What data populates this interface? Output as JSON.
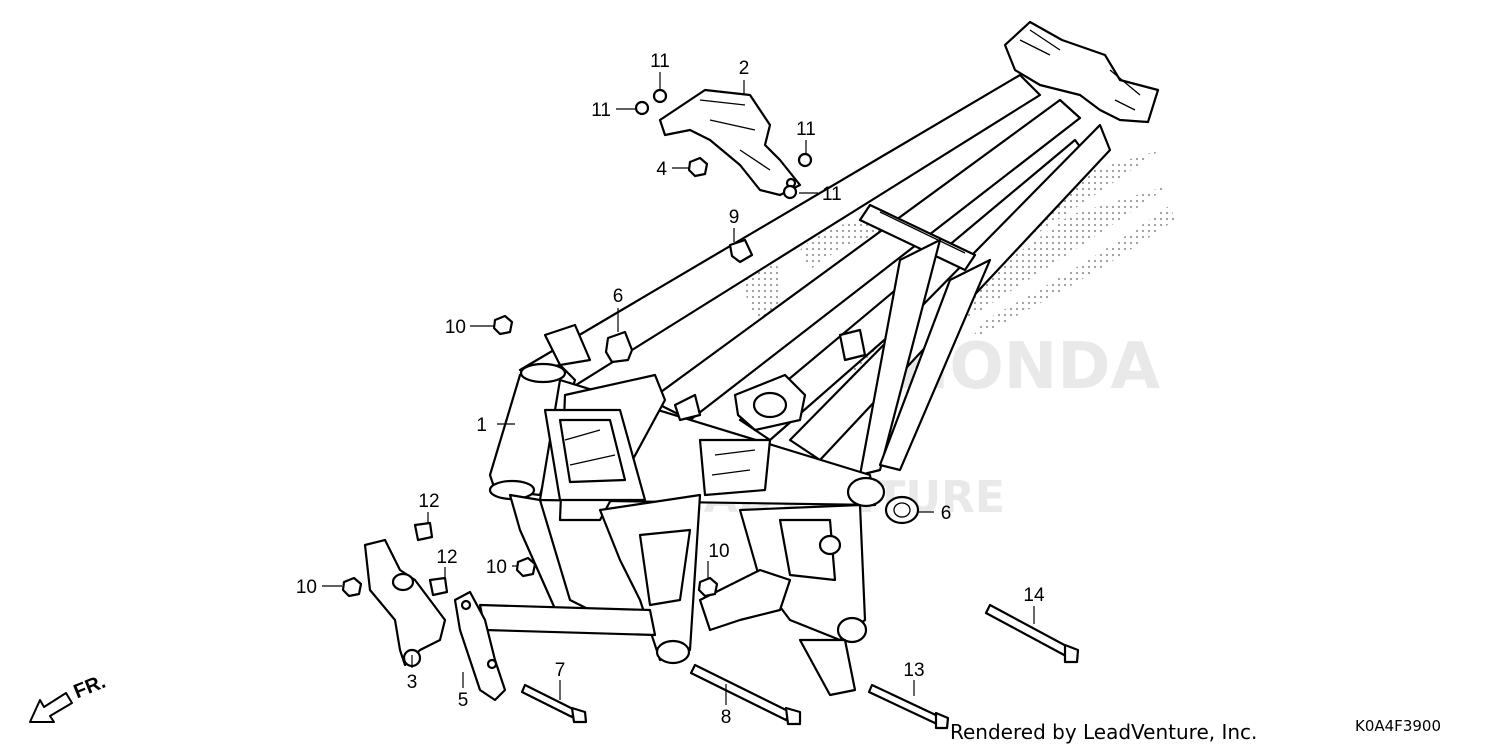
{
  "diagram": {
    "callouts": [
      {
        "id": "c1",
        "text": "1"
      },
      {
        "id": "c2",
        "text": "2"
      },
      {
        "id": "c3",
        "text": "3"
      },
      {
        "id": "c4",
        "text": "4"
      },
      {
        "id": "c5",
        "text": "5"
      },
      {
        "id": "c6a",
        "text": "6"
      },
      {
        "id": "c6b",
        "text": "6"
      },
      {
        "id": "c7",
        "text": "7"
      },
      {
        "id": "c8",
        "text": "8"
      },
      {
        "id": "c9",
        "text": "9"
      },
      {
        "id": "c10a",
        "text": "10"
      },
      {
        "id": "c10b",
        "text": "10"
      },
      {
        "id": "c10c",
        "text": "10"
      },
      {
        "id": "c10d",
        "text": "10"
      },
      {
        "id": "c11a",
        "text": "11"
      },
      {
        "id": "c11b",
        "text": "11"
      },
      {
        "id": "c11c",
        "text": "11"
      },
      {
        "id": "c11d",
        "text": "11"
      },
      {
        "id": "c12a",
        "text": "12"
      },
      {
        "id": "c12b",
        "text": "12"
      },
      {
        "id": "c13",
        "text": "13"
      },
      {
        "id": "c14",
        "text": "14"
      }
    ],
    "direction_label": "FR.",
    "watermark_brand": "HONDA",
    "watermark_text": "LEADVENTURE"
  },
  "footer": {
    "credit": "Rendered by LeadVenture, Inc.",
    "diagram_code": "K0A4F3900"
  }
}
